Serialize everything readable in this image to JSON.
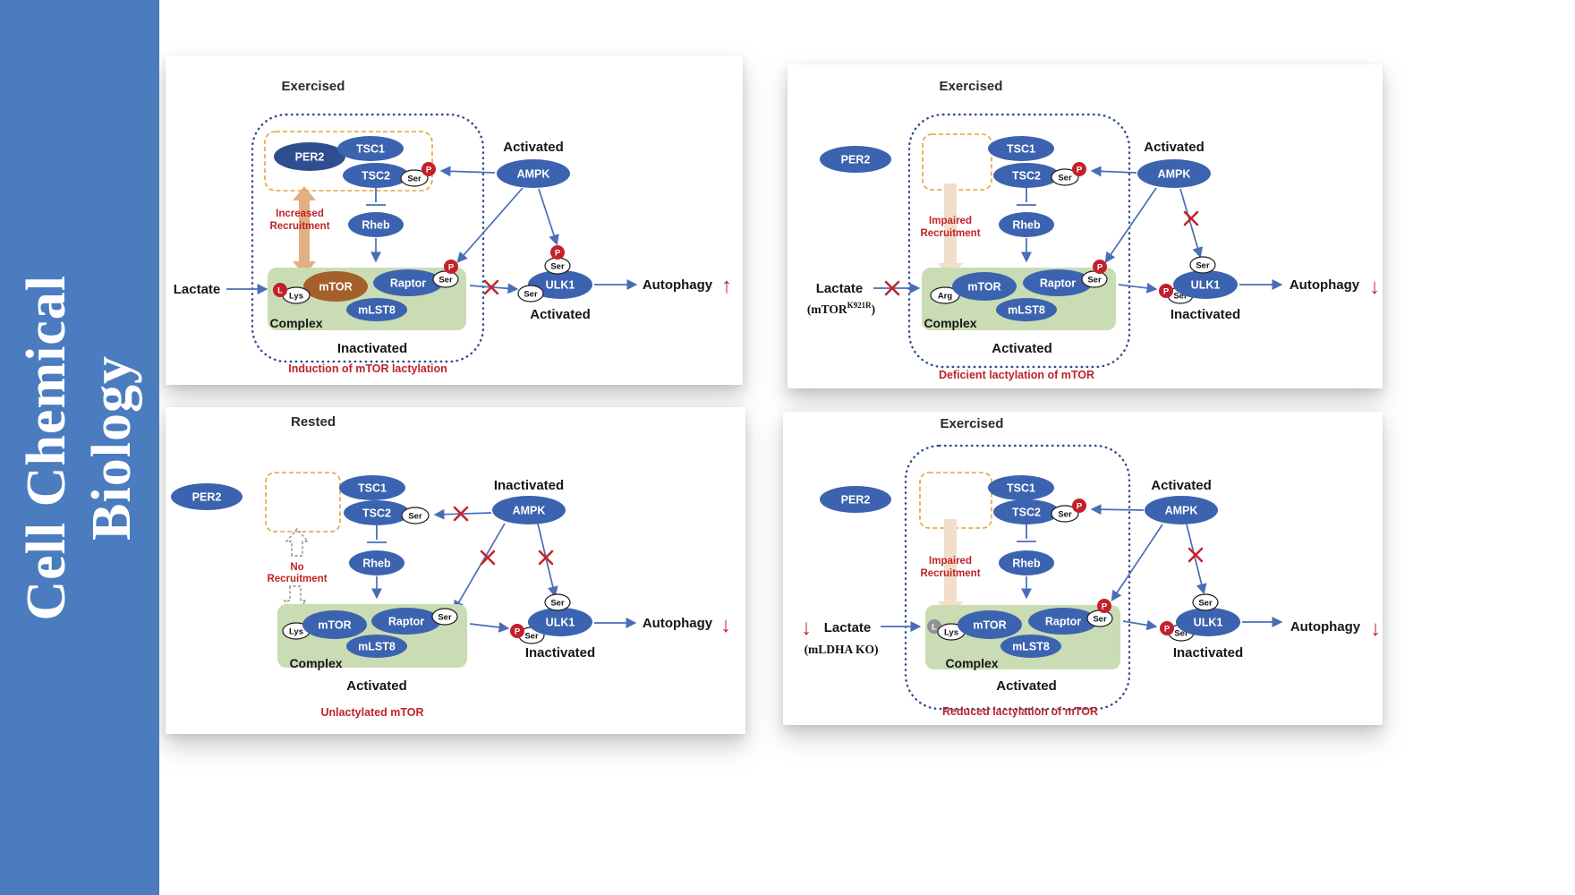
{
  "sidebar": {
    "line1": "Cell Chemical",
    "line2": "Biology"
  },
  "shared": {
    "per2": "PER2",
    "tsc1": "TSC1",
    "tsc2": "TSC2",
    "ampk": "AMPK",
    "rheb": "Rheb",
    "mtor": "mTOR",
    "raptor": "Raptor",
    "mlst8": "mLST8",
    "ulk1": "ULK1",
    "ser": "Ser",
    "lys": "Lys",
    "arg": "Arg",
    "p": "P",
    "l": "L",
    "complex": "Complex",
    "lactate": "Lactate",
    "autophagy": "Autophagy"
  },
  "icons": {
    "up_arrow": "↑",
    "down_arrow": "↓",
    "x_mark": "crossed-red-lines"
  },
  "colors": {
    "node_blue": "#3c63af",
    "per2_dark": "#2e4f8f",
    "mtor_lactylated": "#a4602a",
    "complex_green": "#c9dcb4",
    "phospho_red": "#c4202b",
    "lactyl_gray": "#8e9296",
    "arrow_blue": "#4a6db5",
    "recruit_tan": "#dfa877",
    "recruit_pale": "#f2dfcb",
    "sidebar_blue": "#4a7cbf",
    "dotted_border": "#2c4b8f",
    "dashed_orange": "#e6a33c"
  },
  "panels": {
    "p1": {
      "title": "Exercised",
      "ampk_state": "Activated",
      "complex_state": "Inactivated",
      "ulk1_state": "Activated",
      "recruitment_line1": "Increased",
      "recruitment_line2": "Recruitment",
      "caption": "Induction of mTOR lactylation",
      "autophagy_arrow": "↑"
    },
    "p2": {
      "title": "Exercised",
      "ampk_state": "Activated",
      "complex_state": "Activated",
      "ulk1_state": "Inactivated",
      "recruitment_line1": "Impaired",
      "recruitment_line2": "Recruitment",
      "caption": "Deficient lactylation of mTOR",
      "autophagy_arrow": "↓",
      "mutant_pre": "(mTOR",
      "mutant_sup": "K921R",
      "mutant_post": ")"
    },
    "p3": {
      "title": "Rested",
      "ampk_state": "Inactivated",
      "complex_state": "Activated",
      "ulk1_state": "Inactivated",
      "recruitment_line1": "No",
      "recruitment_line2": "Recruitment",
      "caption": "Unlactylated mTOR",
      "autophagy_arrow": "↓"
    },
    "p4": {
      "title": "Exercised",
      "ampk_state": "Activated",
      "complex_state": "Activated",
      "ulk1_state": "Inactivated",
      "recruitment_line1": "Impaired",
      "recruitment_line2": "Recruitment",
      "caption": "Reduced lactylation of mTOR",
      "autophagy_arrow": "↓",
      "ko_label": "(mLDHA KO)",
      "lactate_arrow": "↓"
    }
  }
}
